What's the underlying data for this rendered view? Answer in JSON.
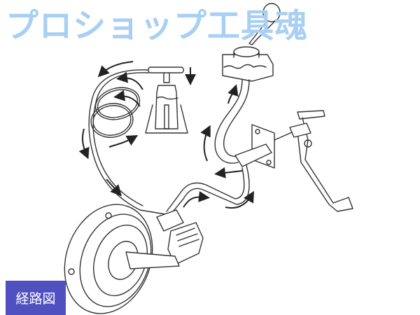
{
  "banner": {
    "text": "プロショップ工具魂",
    "color": "#a9cff3"
  },
  "label": {
    "text": "経路図",
    "background": "#5050c0",
    "color": "#ffffff"
  },
  "diagram": {
    "subject": "clutch hydraulic bleeding route",
    "components": [
      "bleeder-bottle-with-pump",
      "coiled-bleeder-hose",
      "clutch-fluid-reservoir",
      "master-cylinder",
      "clutch-pedal",
      "clutch-hydraulic-line",
      "release-cylinder",
      "clutch-cover-assembly",
      "pipette-dropper"
    ],
    "line_color": "#333333",
    "arrow_color": "#222222"
  }
}
